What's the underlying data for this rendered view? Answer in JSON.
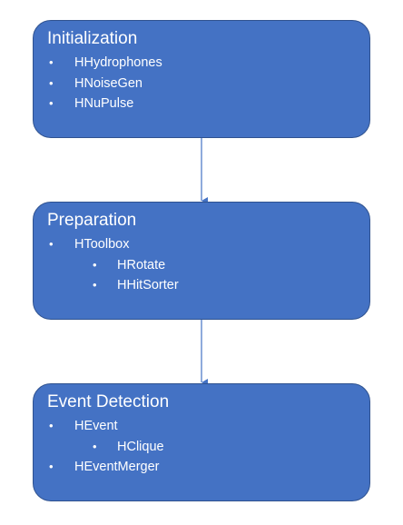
{
  "boxes": [
    {
      "title": "Initialization",
      "bullets": [
        {
          "level": 0,
          "text": "HHydrophones"
        },
        {
          "level": 0,
          "text": "HNoiseGen"
        },
        {
          "level": 0,
          "text": "HNuPulse"
        }
      ]
    },
    {
      "title": "Preparation",
      "bullets": [
        {
          "level": 0,
          "text": "HToolbox"
        },
        {
          "level": 1,
          "text": "HRotate"
        },
        {
          "level": 1,
          "text": "HHitSorter"
        }
      ]
    },
    {
      "title": "Event Detection",
      "bullets": [
        {
          "level": 0,
          "text": "HEvent"
        },
        {
          "level": 1,
          "text": "HClique"
        },
        {
          "level": 0,
          "text": "HEventMerger"
        }
      ]
    }
  ],
  "bullet_symbol": "•",
  "colors": {
    "box_fill": "#4472c4",
    "box_border": "#2f528f",
    "box_text": "#ffffff",
    "connector": "#4472c4"
  }
}
